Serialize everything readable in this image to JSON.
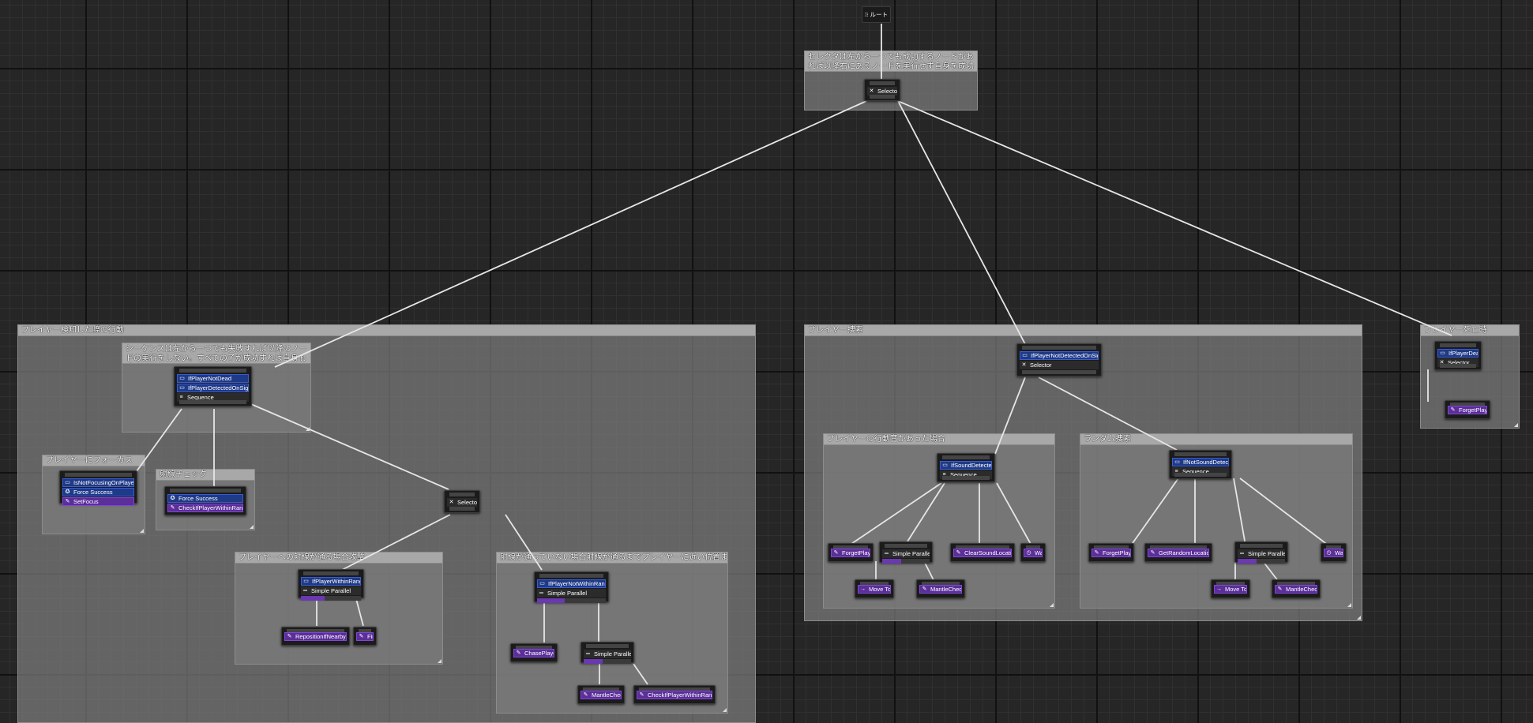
{
  "root": {
    "label": "ルート",
    "icon": "tree-icon"
  },
  "comments": {
    "selector_note": "セレクタは左から一つでも成功するノードがあれば以降右にあるノードを実行せず自身を成功扱いにする",
    "detected": "プレイヤー検知した際の行動",
    "sequence_note": "シーケンスは左から一つでも失敗すれば以降のノードの実行をしない。すべての子が成功すれば自身も成功となる",
    "focus": "プレイヤーにフォーカス",
    "sight_check": "射線チェック",
    "attack": "プレイヤーへの射線が通る場合攻撃",
    "approach": "射線が通っていない場合射線が通るまでプレイヤーに近い位置まで移動",
    "search": "プレイヤー捜索",
    "sound_case": "プレイヤーの行動音があった場合",
    "random_search": "ランダム捜索",
    "dead": "プレイヤー死亡時"
  },
  "nodes": {
    "top_selector": {
      "composite": "Selector"
    },
    "det_sequence": {
      "deco1": "IfPlayerNotDead",
      "deco2": "IfPlayerDetectedOnSight",
      "composite": "Sequence"
    },
    "focus_node": {
      "deco1": "IsNotFocusingOnPlayer",
      "deco2": "Force Success",
      "task": "SetFocus"
    },
    "sight_node": {
      "deco1": "Force Success",
      "task": "CheckIfPlayerWithinRange"
    },
    "det_selector": {
      "composite": "Selector"
    },
    "attack_parallel": {
      "deco1": "IfPlayerWithinRange",
      "composite": "Simple Parallel"
    },
    "reposition": {
      "task": "RepositionIfNearby"
    },
    "fire": {
      "task": "Fire"
    },
    "approach_parallel": {
      "deco1": "IfPlayerNotWithinRange",
      "composite": "Simple Parallel"
    },
    "chase": {
      "task": "ChasePlayer"
    },
    "approach_sub_parallel": {
      "composite": "Simple Parallel"
    },
    "mantle1": {
      "task": "MantleCheck"
    },
    "check_range2": {
      "task": "CheckIfPlayerWithinRange"
    },
    "search_selector": {
      "deco1": "IfPlayerNotDetectedOnSight",
      "composite": "Selector"
    },
    "sound_sequence": {
      "deco1": "IfSoundDetected",
      "composite": "Sequence"
    },
    "forget1": {
      "task": "ForgetPlayer"
    },
    "sound_parallel": {
      "composite": "Simple Parallel"
    },
    "clear_sound": {
      "task": "ClearSoundLocation"
    },
    "wait1": {
      "task": "Wait"
    },
    "moveto1": {
      "task": "Move To"
    },
    "mantle2": {
      "task": "MantleCheck"
    },
    "random_sequence": {
      "deco1": "IfNotSoundDetected",
      "composite": "Sequence"
    },
    "forget2": {
      "task": "ForgetPlayer"
    },
    "get_random": {
      "task": "GetRandomLocation"
    },
    "random_parallel": {
      "composite": "Simple Parallel"
    },
    "wait2": {
      "task": "Wait"
    },
    "moveto2": {
      "task": "Move To"
    },
    "mantle3": {
      "task": "MantleCheck"
    },
    "dead_selector": {
      "deco1": "IfPlayerDead",
      "composite": "Selector"
    },
    "forget3": {
      "task": "ForgetPlayer"
    }
  },
  "colors": {
    "decorator": "#1f3a87",
    "task": "#5b2e99",
    "wire": "#e6e6e6",
    "comment": "#7d7d7d"
  }
}
